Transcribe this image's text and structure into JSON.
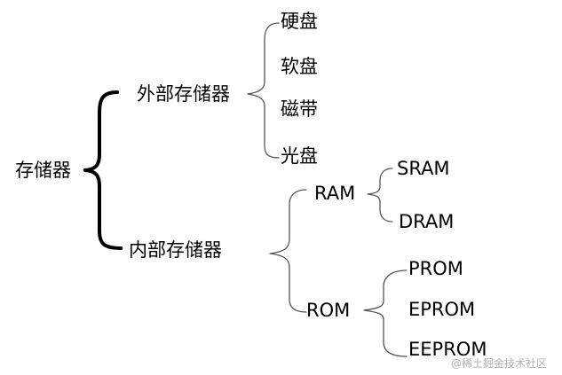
{
  "root": {
    "label": "存储器"
  },
  "external": {
    "label": "外部存储器",
    "items": [
      "硬盘",
      "软盘",
      "磁带",
      "光盘"
    ]
  },
  "internal": {
    "label": "内部存储器",
    "ram": {
      "label": "RAM",
      "items": [
        "SRAM",
        "DRAM"
      ]
    },
    "rom": {
      "label": "ROM",
      "items": [
        "PROM",
        "EPROM",
        "EEPROM"
      ]
    }
  },
  "watermark": "@稀土掘金技术社区"
}
